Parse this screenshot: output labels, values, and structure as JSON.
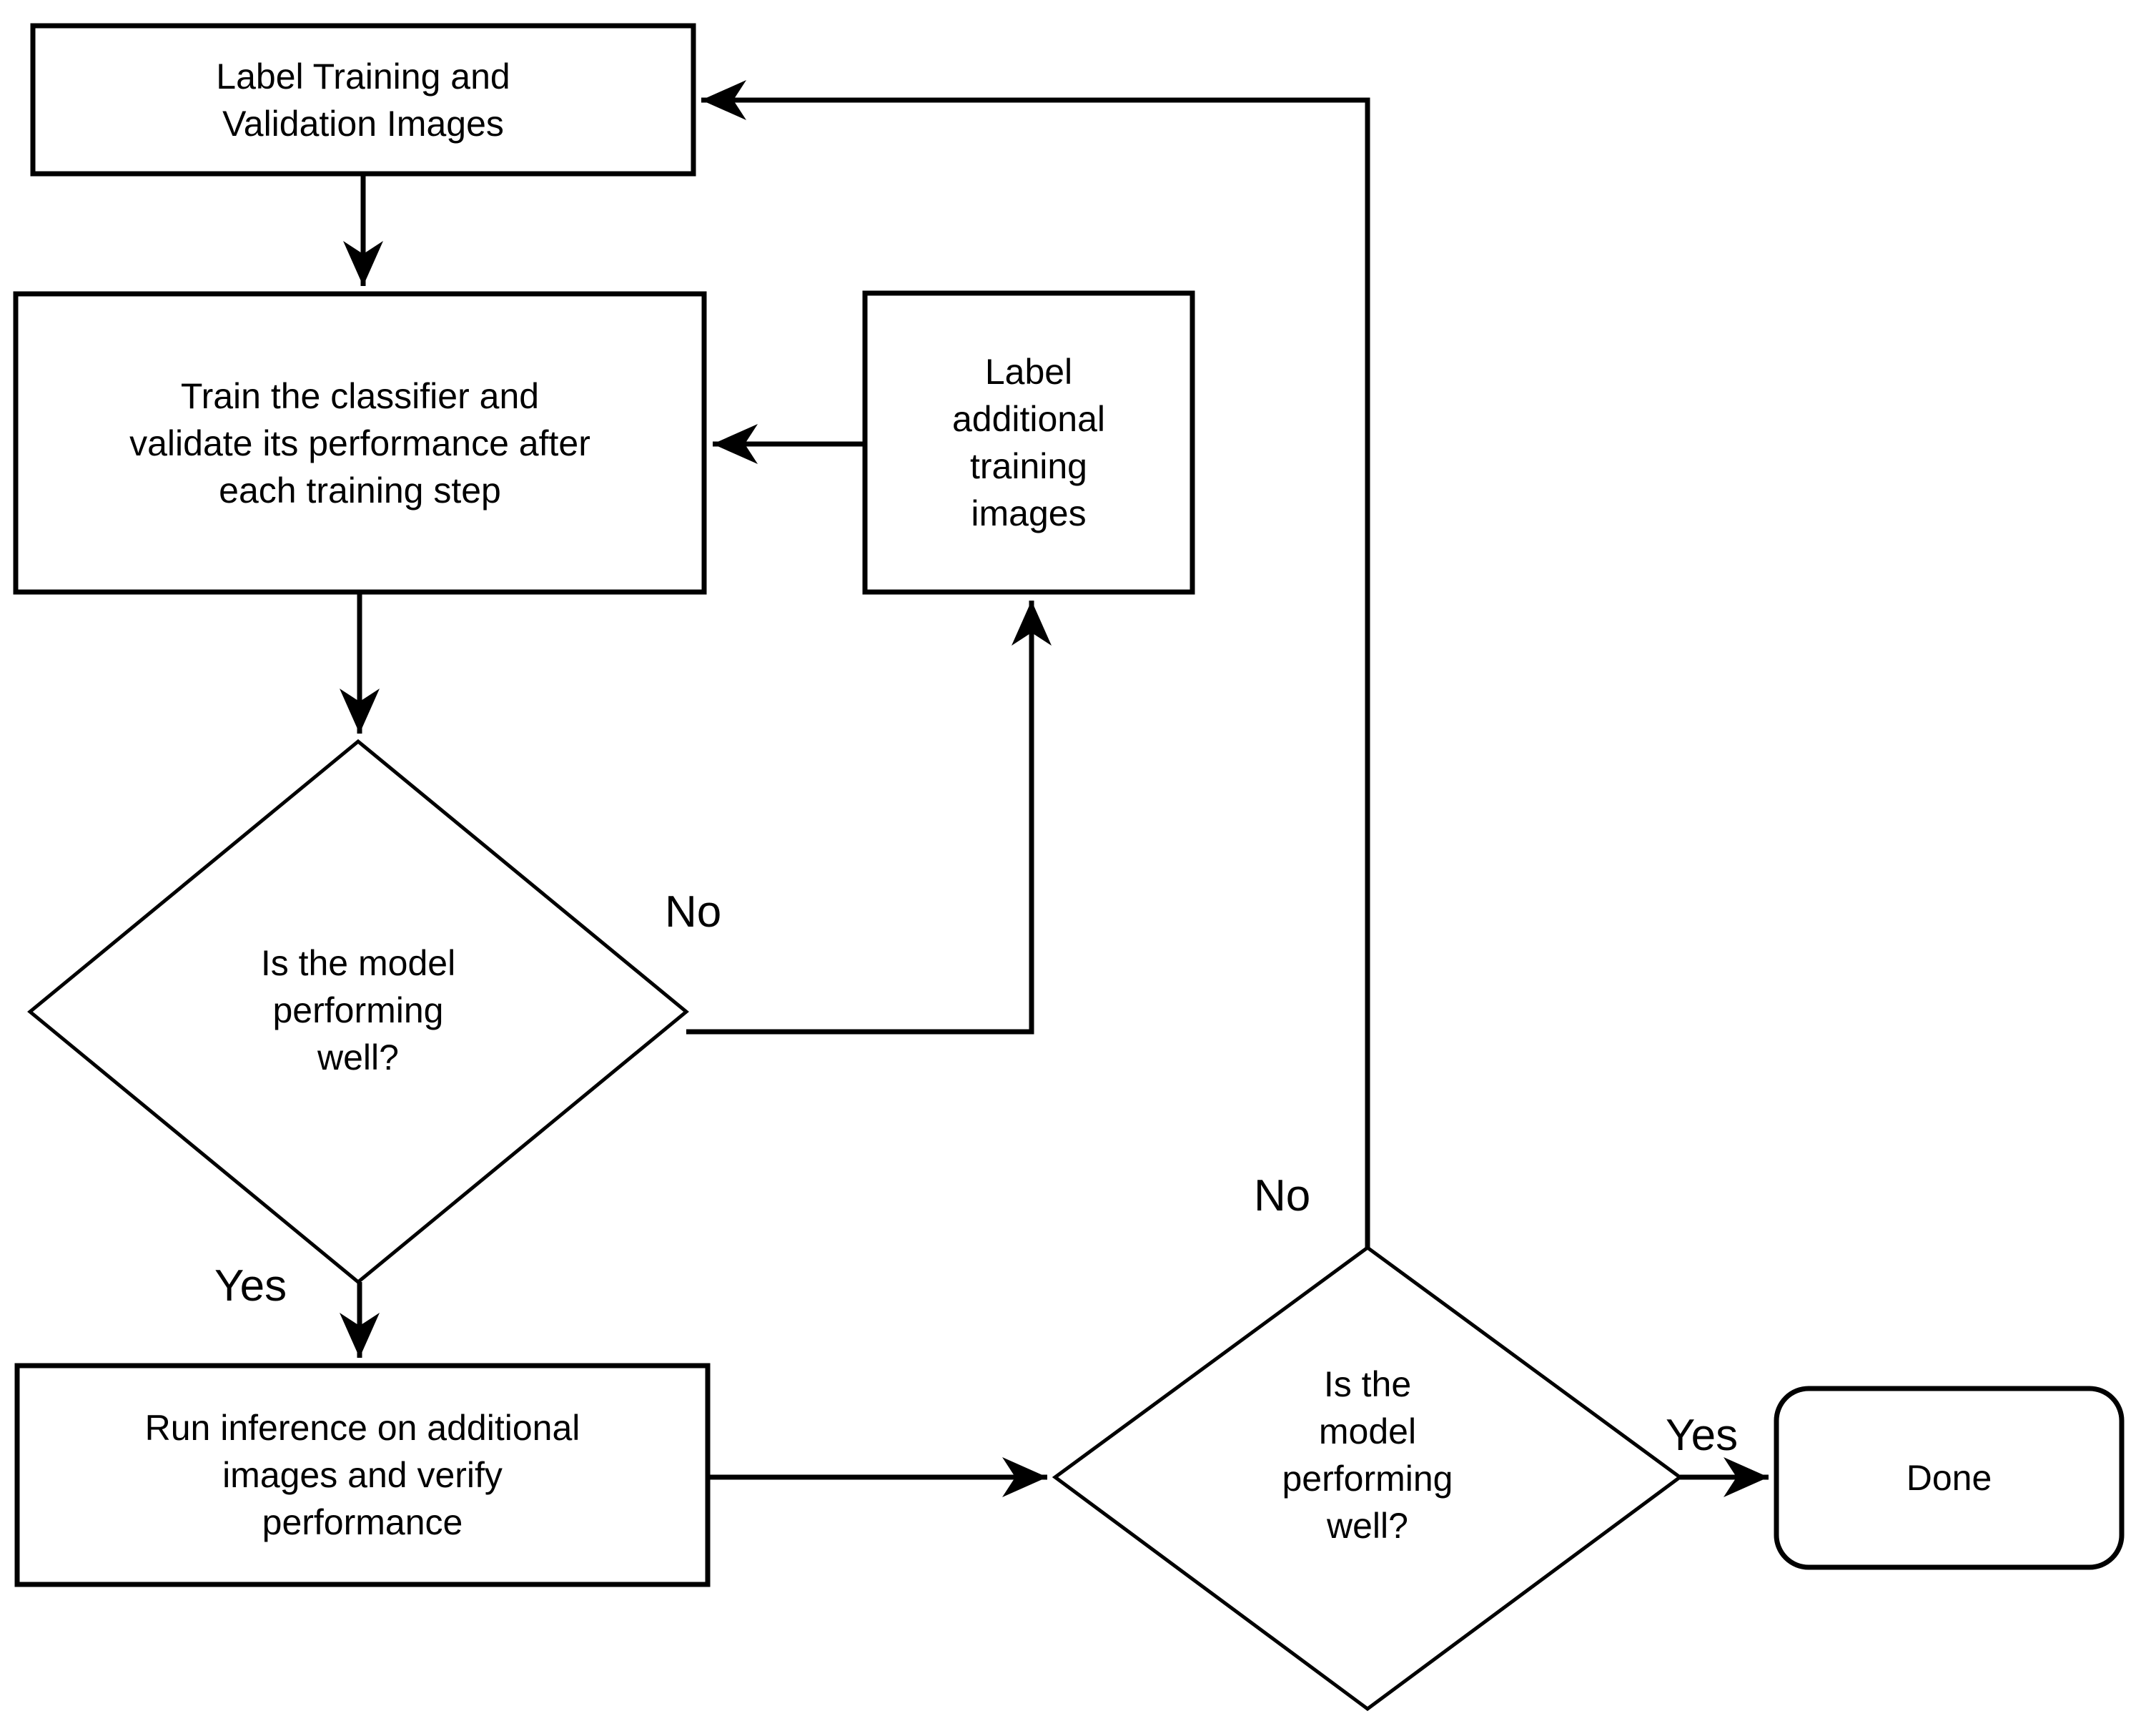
{
  "diagram": {
    "title": "Model training and validation workflow flowchart",
    "background_color": "#ffffff",
    "stroke_color": "#000000",
    "text_color": "#000000",
    "nodes": {
      "label_images": {
        "shape": "rectangle",
        "text": "Label Training and\nValidation Images"
      },
      "train_classifier": {
        "shape": "rectangle",
        "text": "Train the classifier and\nvalidate its performance after\neach training step"
      },
      "label_additional": {
        "shape": "rectangle",
        "text": "Label\nadditional\ntraining\nimages"
      },
      "decision_one": {
        "shape": "diamond",
        "text": "Is the model\nperforming\nwell?"
      },
      "run_inference": {
        "shape": "rectangle",
        "text": "Run inference on additional\nimages and verify\nperformance"
      },
      "decision_two": {
        "shape": "diamond",
        "text": "Is the\nmodel\nperforming\nwell?"
      },
      "done": {
        "shape": "rounded-rectangle",
        "text": "Done"
      }
    },
    "edge_labels": {
      "decision_one_no": "No",
      "decision_one_yes": "Yes",
      "decision_two_no": "No",
      "decision_two_yes": "Yes"
    },
    "edges": [
      {
        "from": "label_images",
        "to": "train_classifier",
        "label": ""
      },
      {
        "from": "train_classifier",
        "to": "decision_one",
        "label": ""
      },
      {
        "from": "decision_one",
        "to": "label_additional",
        "label": "No"
      },
      {
        "from": "label_additional",
        "to": "train_classifier",
        "label": ""
      },
      {
        "from": "decision_one",
        "to": "run_inference",
        "label": "Yes"
      },
      {
        "from": "run_inference",
        "to": "decision_two",
        "label": ""
      },
      {
        "from": "decision_two",
        "to": "label_images",
        "label": "No"
      },
      {
        "from": "decision_two",
        "to": "done",
        "label": "Yes"
      }
    ]
  }
}
